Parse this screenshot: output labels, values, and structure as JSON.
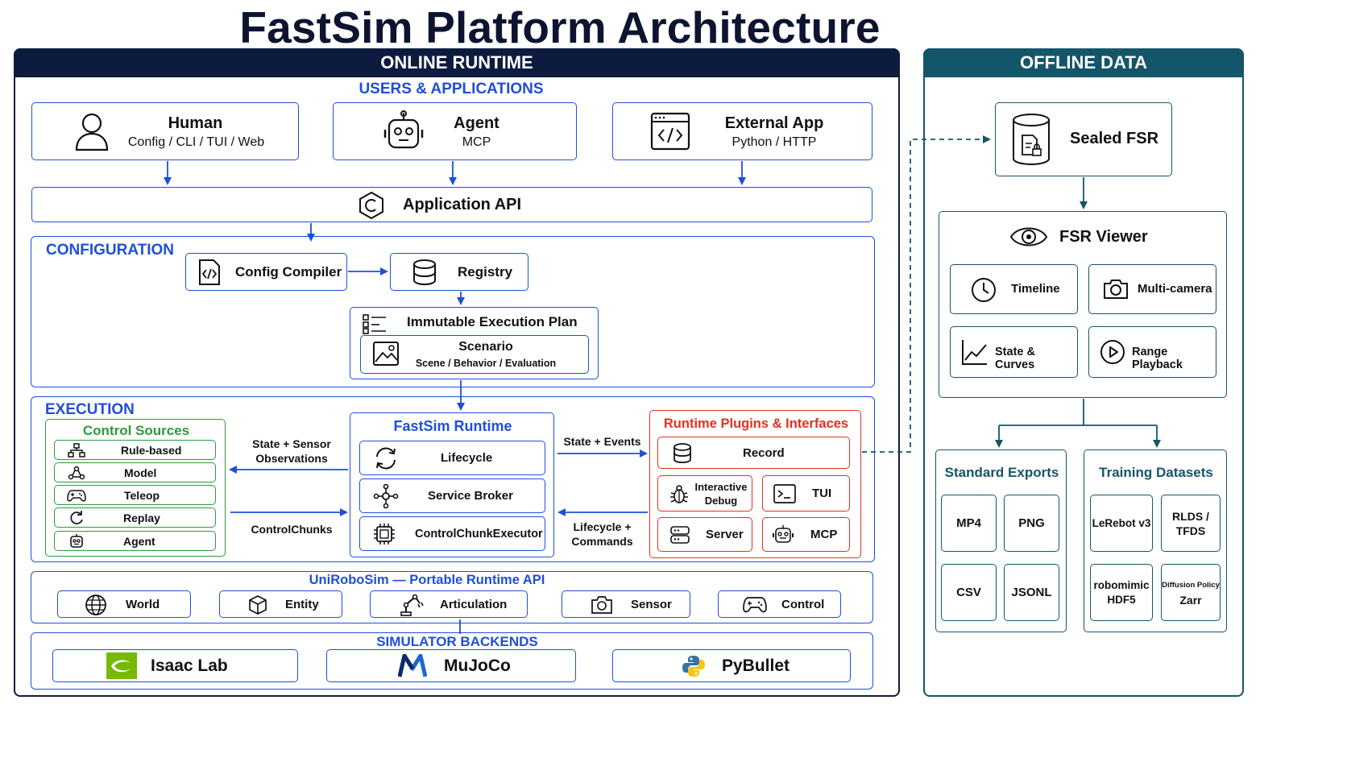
{
  "title": "FastSim Platform Architecture",
  "online": {
    "header": "ONLINE RUNTIME",
    "users": {
      "label": "USERS & APPLICATIONS",
      "human": {
        "title": "Human",
        "sub": "Config / CLI / TUI / Web"
      },
      "agent": {
        "title": "Agent",
        "sub": "MCP"
      },
      "external": {
        "title": "External App",
        "sub": "Python / HTTP"
      }
    },
    "app_api": "Application API",
    "configuration": {
      "label": "CONFIGURATION",
      "compiler": "Config Compiler",
      "registry": "Registry",
      "plan": "Immutable Execution Plan",
      "scenario": {
        "title": "Scenario",
        "sub": "Scene / Behavior / Evaluation"
      }
    },
    "execution": {
      "label": "EXECUTION",
      "control_sources": {
        "label": "Control Sources",
        "items": [
          "Rule-based",
          "Model",
          "Teleop",
          "Replay",
          "Agent"
        ]
      },
      "state_sensor": "State + Sensor\nObservations",
      "control_chunks": "ControlChunks",
      "runtime": {
        "label": "FastSim Runtime",
        "items": [
          "Lifecycle",
          "Service Broker",
          "ControlChunkExecutor"
        ]
      },
      "state_events": "State + Events",
      "lifecycle_commands": "Lifecycle +\nCommands",
      "plugins": {
        "label": "Runtime Plugins & Interfaces",
        "record": "Record",
        "debug": "Interactive\nDebug",
        "tui": "TUI",
        "server": "Server",
        "mcp": "MCP"
      }
    },
    "unirobosim": {
      "label": "UniRoboSim — Portable Runtime API",
      "items": [
        "World",
        "Entity",
        "Articulation",
        "Sensor",
        "Control"
      ]
    },
    "backends": {
      "label": "SIMULATOR BACKENDS",
      "items": [
        "Isaac Lab",
        "MuJoCo",
        "PyBullet"
      ]
    }
  },
  "offline": {
    "header": "OFFLINE DATA",
    "sealed": "Sealed FSR",
    "viewer": {
      "label": "FSR Viewer",
      "items": [
        "Timeline",
        "Multi-camera",
        "State & Curves",
        "Range Playback"
      ]
    },
    "exports": {
      "label": "Standard Exports",
      "items": [
        "MP4",
        "PNG",
        "CSV",
        "JSONL"
      ]
    },
    "datasets": {
      "label": "Training Datasets",
      "items": [
        "LeRebot v3",
        "RLDS /\nTFDS",
        "robomimic\nHDF5",
        "Zarr"
      ],
      "small_note": "Diffusion Policy"
    }
  },
  "colors": {
    "blue": "#1f4fd8",
    "navy": "#0d1b3e",
    "teal": "#15556a",
    "green": "#2e9a3c",
    "red": "#e0321f"
  }
}
